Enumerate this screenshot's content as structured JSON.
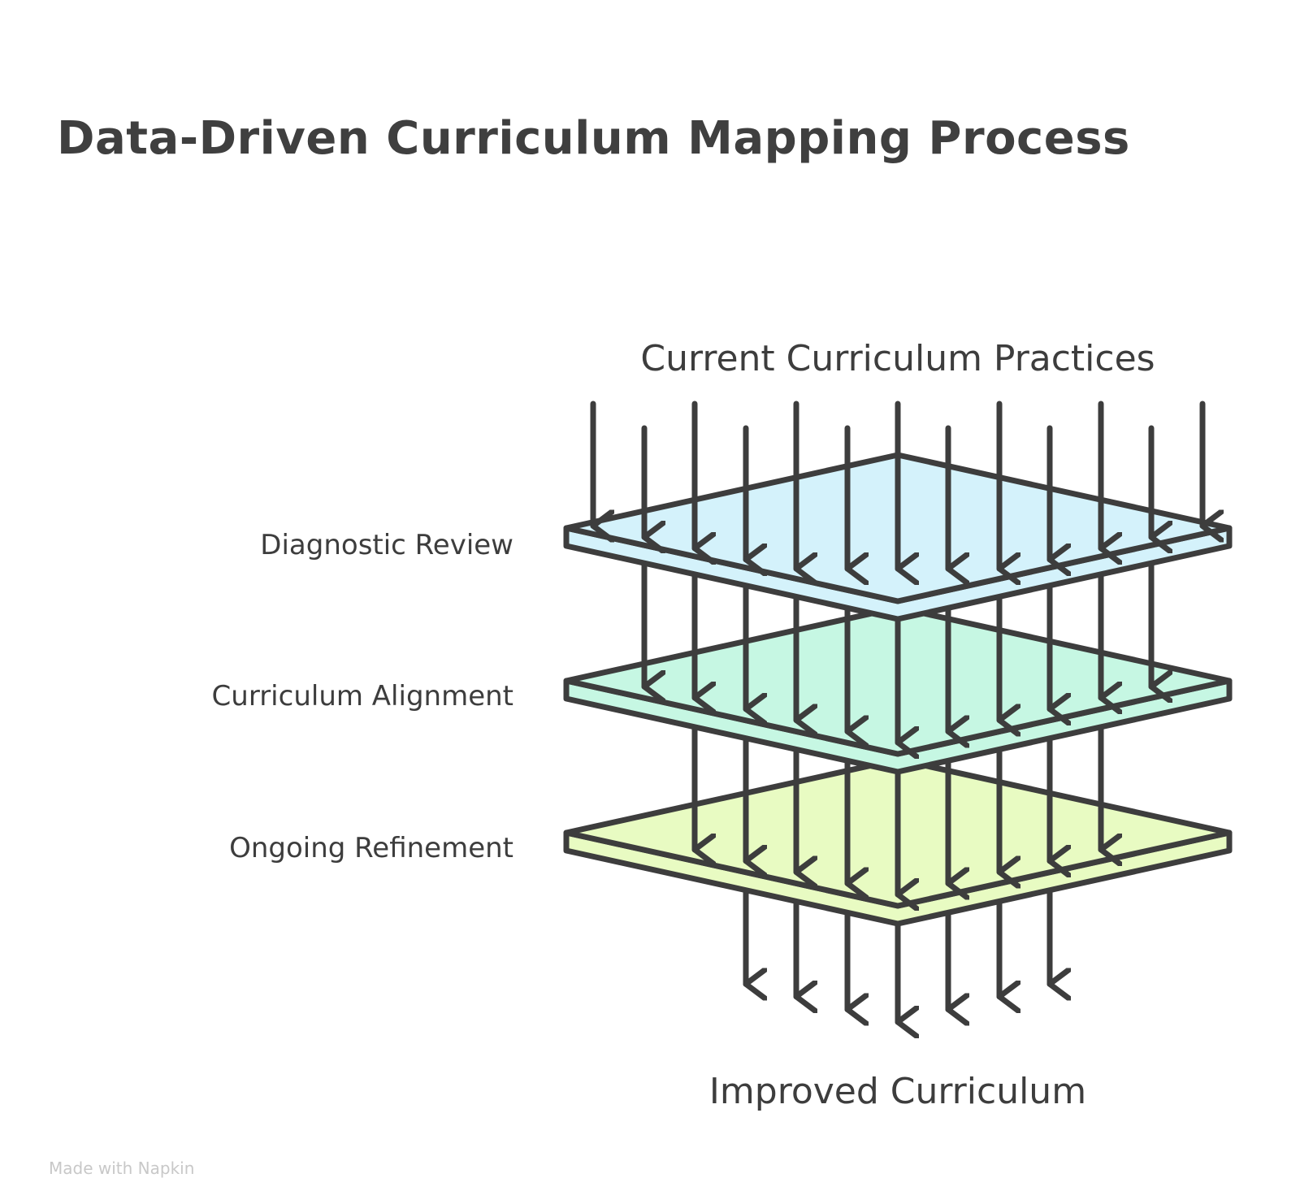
{
  "title": "Data-Driven Curriculum Mapping Process",
  "diagram": {
    "input": "Current Curriculum Practices",
    "output": "Improved Curriculum",
    "layers": [
      {
        "label": "Diagnostic Review",
        "color": "#d4f2fb"
      },
      {
        "label": "Curriculum Alignment",
        "color": "#c6f7e3"
      },
      {
        "label": "Ongoing Refinement",
        "color": "#e8fbc2"
      }
    ],
    "stroke_color": "#3d3d3d"
  },
  "watermark": "Made with Napkin"
}
